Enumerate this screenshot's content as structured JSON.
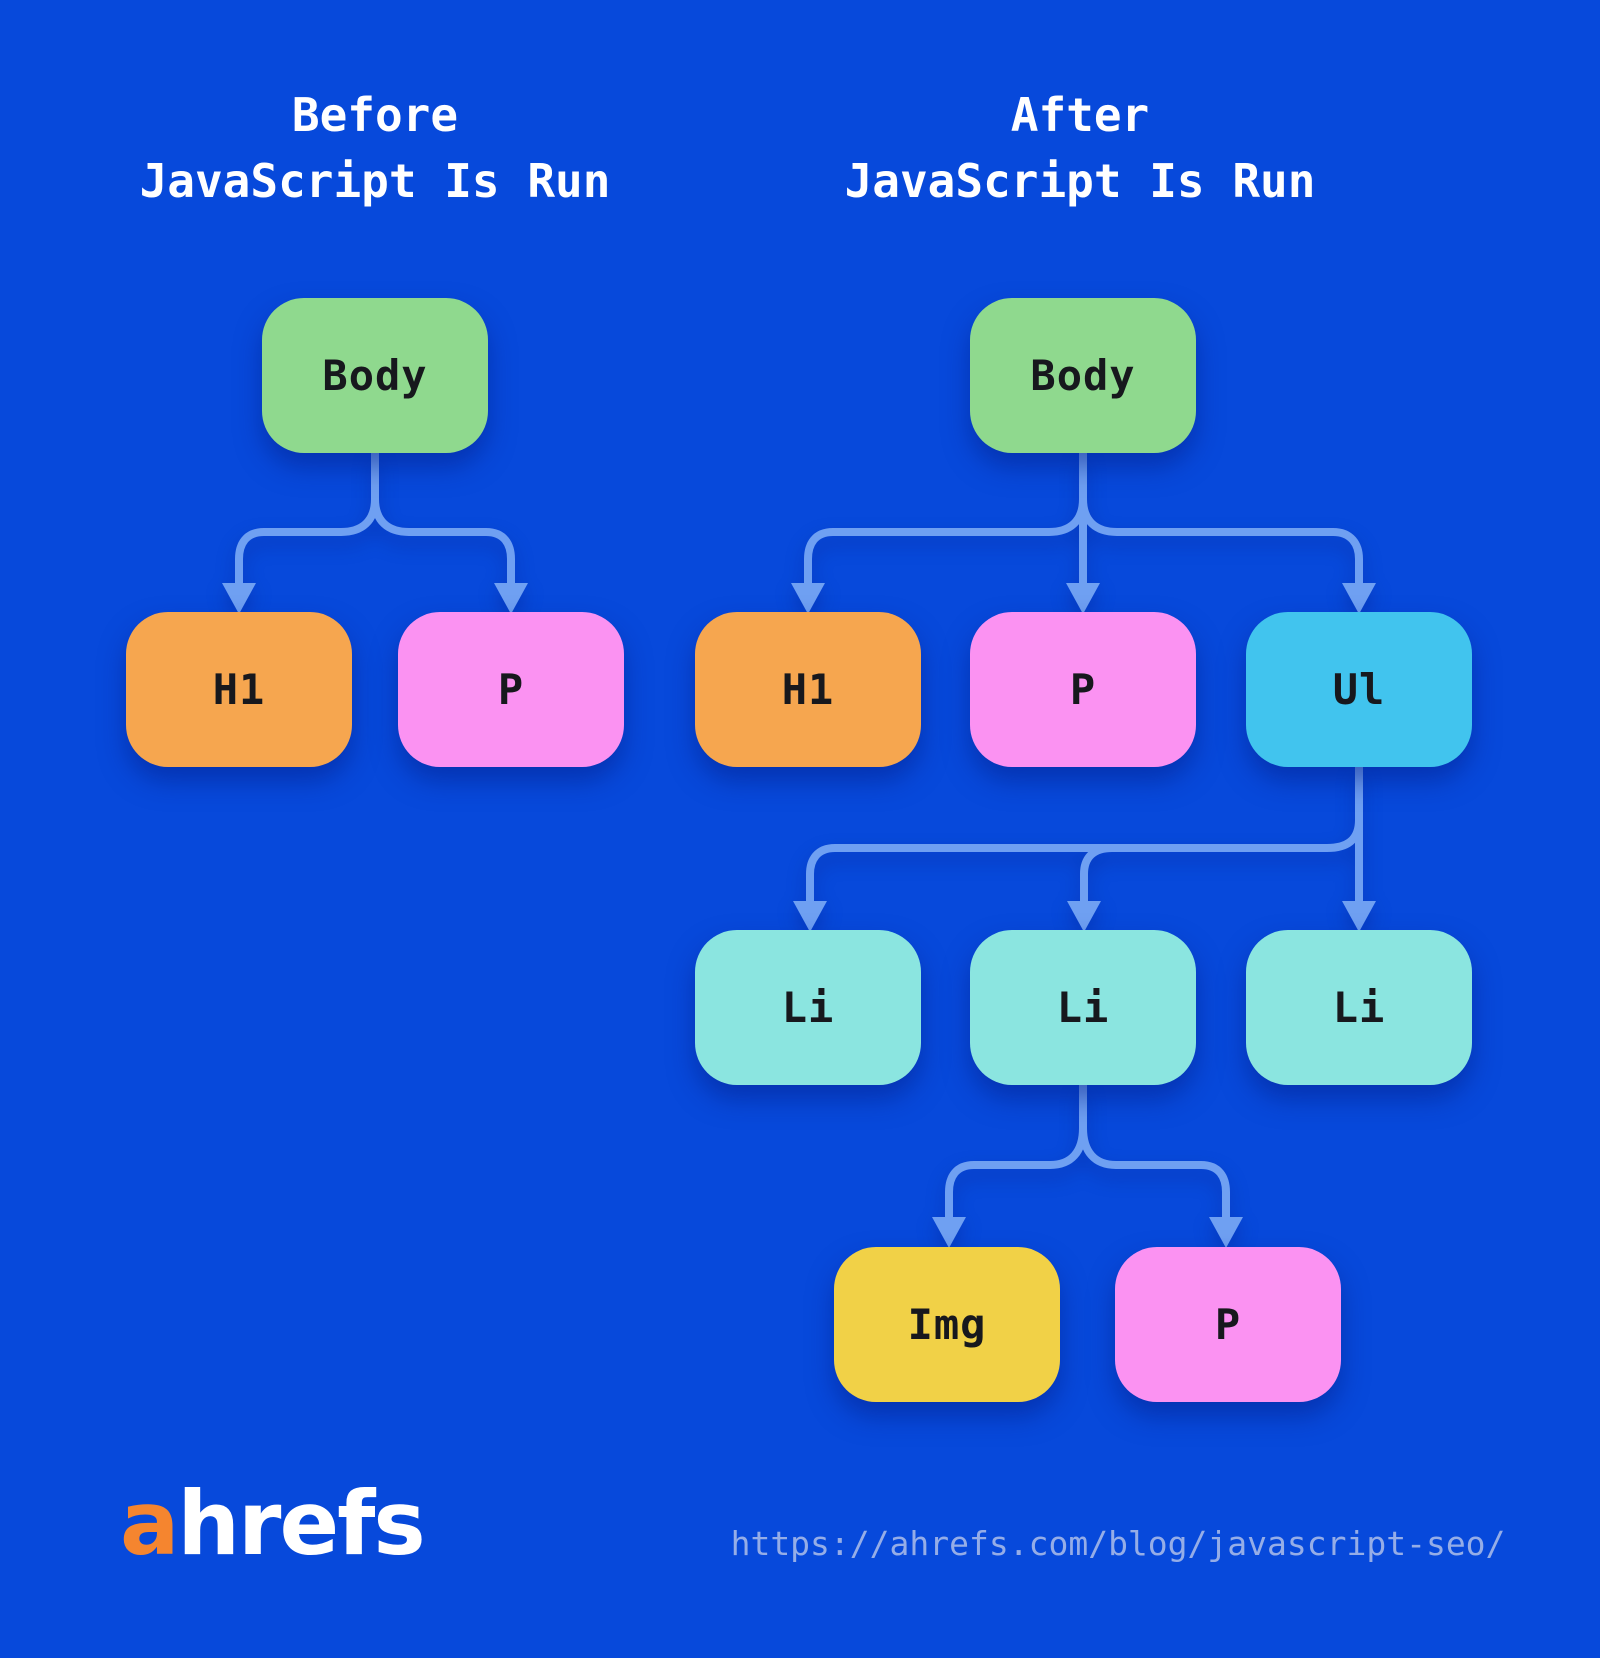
{
  "colors": {
    "bg": "#0749DB",
    "connector": "#6FA0F2",
    "heading_text": "#FFFFFF",
    "node_label": "#17181D",
    "url_text": "#95ADE7",
    "logo_accent": "#F5852F",
    "logo_text": "#FFFFFF",
    "node_body_green": "#8FD98E",
    "node_h1_orange": "#F6A64F",
    "node_p_pink": "#FB92F2",
    "node_ul_cyan": "#41C4EE",
    "node_li_aqua": "#8BE5E0",
    "node_img_yellow": "#F1D147"
  },
  "headings": {
    "before": {
      "line1": "Before",
      "line2": "JavaScript Is Run"
    },
    "after": {
      "line1": "After",
      "line2": "JavaScript Is Run"
    }
  },
  "trees": {
    "before": {
      "title": "Before JavaScript Is Run",
      "structure": "Body > (H1, P)"
    },
    "after": {
      "title": "After JavaScript Is Run",
      "structure": "Body > (H1, P, Ul); Ul > (Li, Li, Li); middle Li > (Img, P)"
    }
  },
  "nodes": {
    "before_body": {
      "label": "Body",
      "color": "#8FD98E"
    },
    "before_h1": {
      "label": "H1",
      "color": "#F6A64F"
    },
    "before_p": {
      "label": "P",
      "color": "#FB92F2"
    },
    "after_body": {
      "label": "Body",
      "color": "#8FD98E"
    },
    "after_h1": {
      "label": "H1",
      "color": "#F6A64F"
    },
    "after_p": {
      "label": "P",
      "color": "#FB92F2"
    },
    "after_ul": {
      "label": "Ul",
      "color": "#41C4EE"
    },
    "after_li1": {
      "label": "Li",
      "color": "#8BE5E0"
    },
    "after_li2": {
      "label": "Li",
      "color": "#8BE5E0"
    },
    "after_li3": {
      "label": "Li",
      "color": "#8BE5E0"
    },
    "after_img": {
      "label": "Img",
      "color": "#F1D147"
    },
    "after_li2_p": {
      "label": "P",
      "color": "#FB92F2"
    }
  },
  "footer": {
    "logo_prefix": "a",
    "logo_suffix": "hrefs",
    "source_url": "https://ahrefs.com/blog/javascript-seo/"
  }
}
